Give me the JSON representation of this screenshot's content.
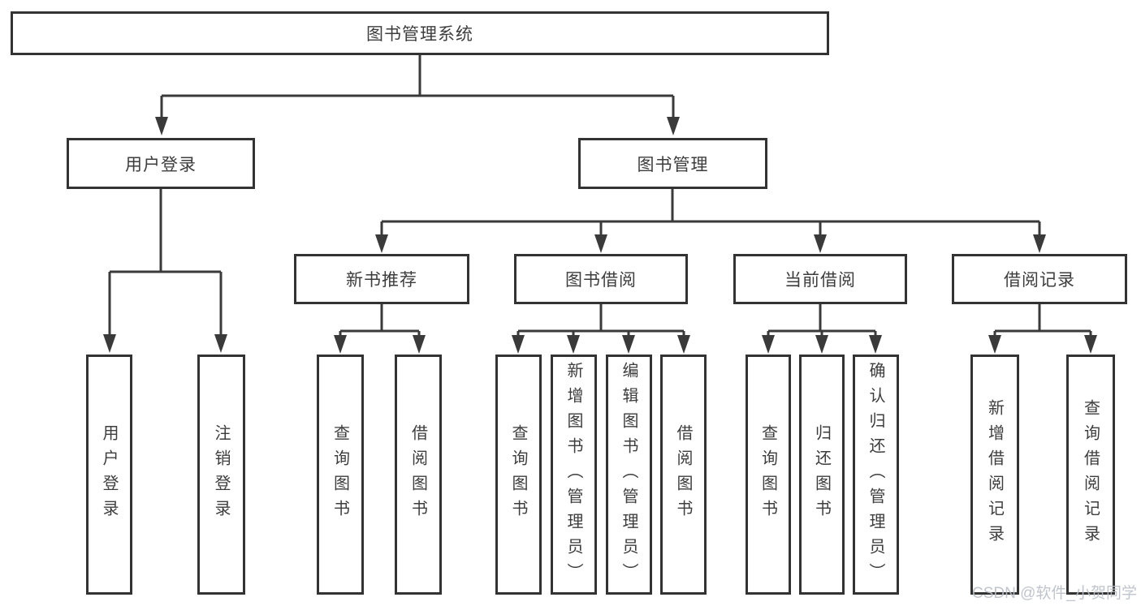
{
  "diagram": {
    "root": {
      "label": "图书管理系统"
    },
    "level2": [
      {
        "label": "用户登录"
      },
      {
        "label": "图书管理"
      }
    ],
    "level3": [
      {
        "label": "新书推荐"
      },
      {
        "label": "图书借阅"
      },
      {
        "label": "当前借阅"
      },
      {
        "label": "借阅记录"
      }
    ],
    "leaves": {
      "user_login": [
        "用户登录",
        "注销登录"
      ],
      "new_books": [
        "查询图书",
        "借阅图书"
      ],
      "book_borrow": [
        "查询图书",
        "新增图书（管理员）",
        "编辑图书（管理员）",
        "借阅图书"
      ],
      "current_borrow": [
        "查询图书",
        "归还图书",
        "确认归还（管理员）"
      ],
      "borrow_records": [
        "新增借阅记录",
        "查询借阅记录"
      ]
    }
  },
  "watermark": "CSDN @软件_小贺同学",
  "colors": {
    "line": "#3a3a3a",
    "box_border": "#333333",
    "text": "#3d3d3d",
    "watermark": "#b9bec6"
  }
}
